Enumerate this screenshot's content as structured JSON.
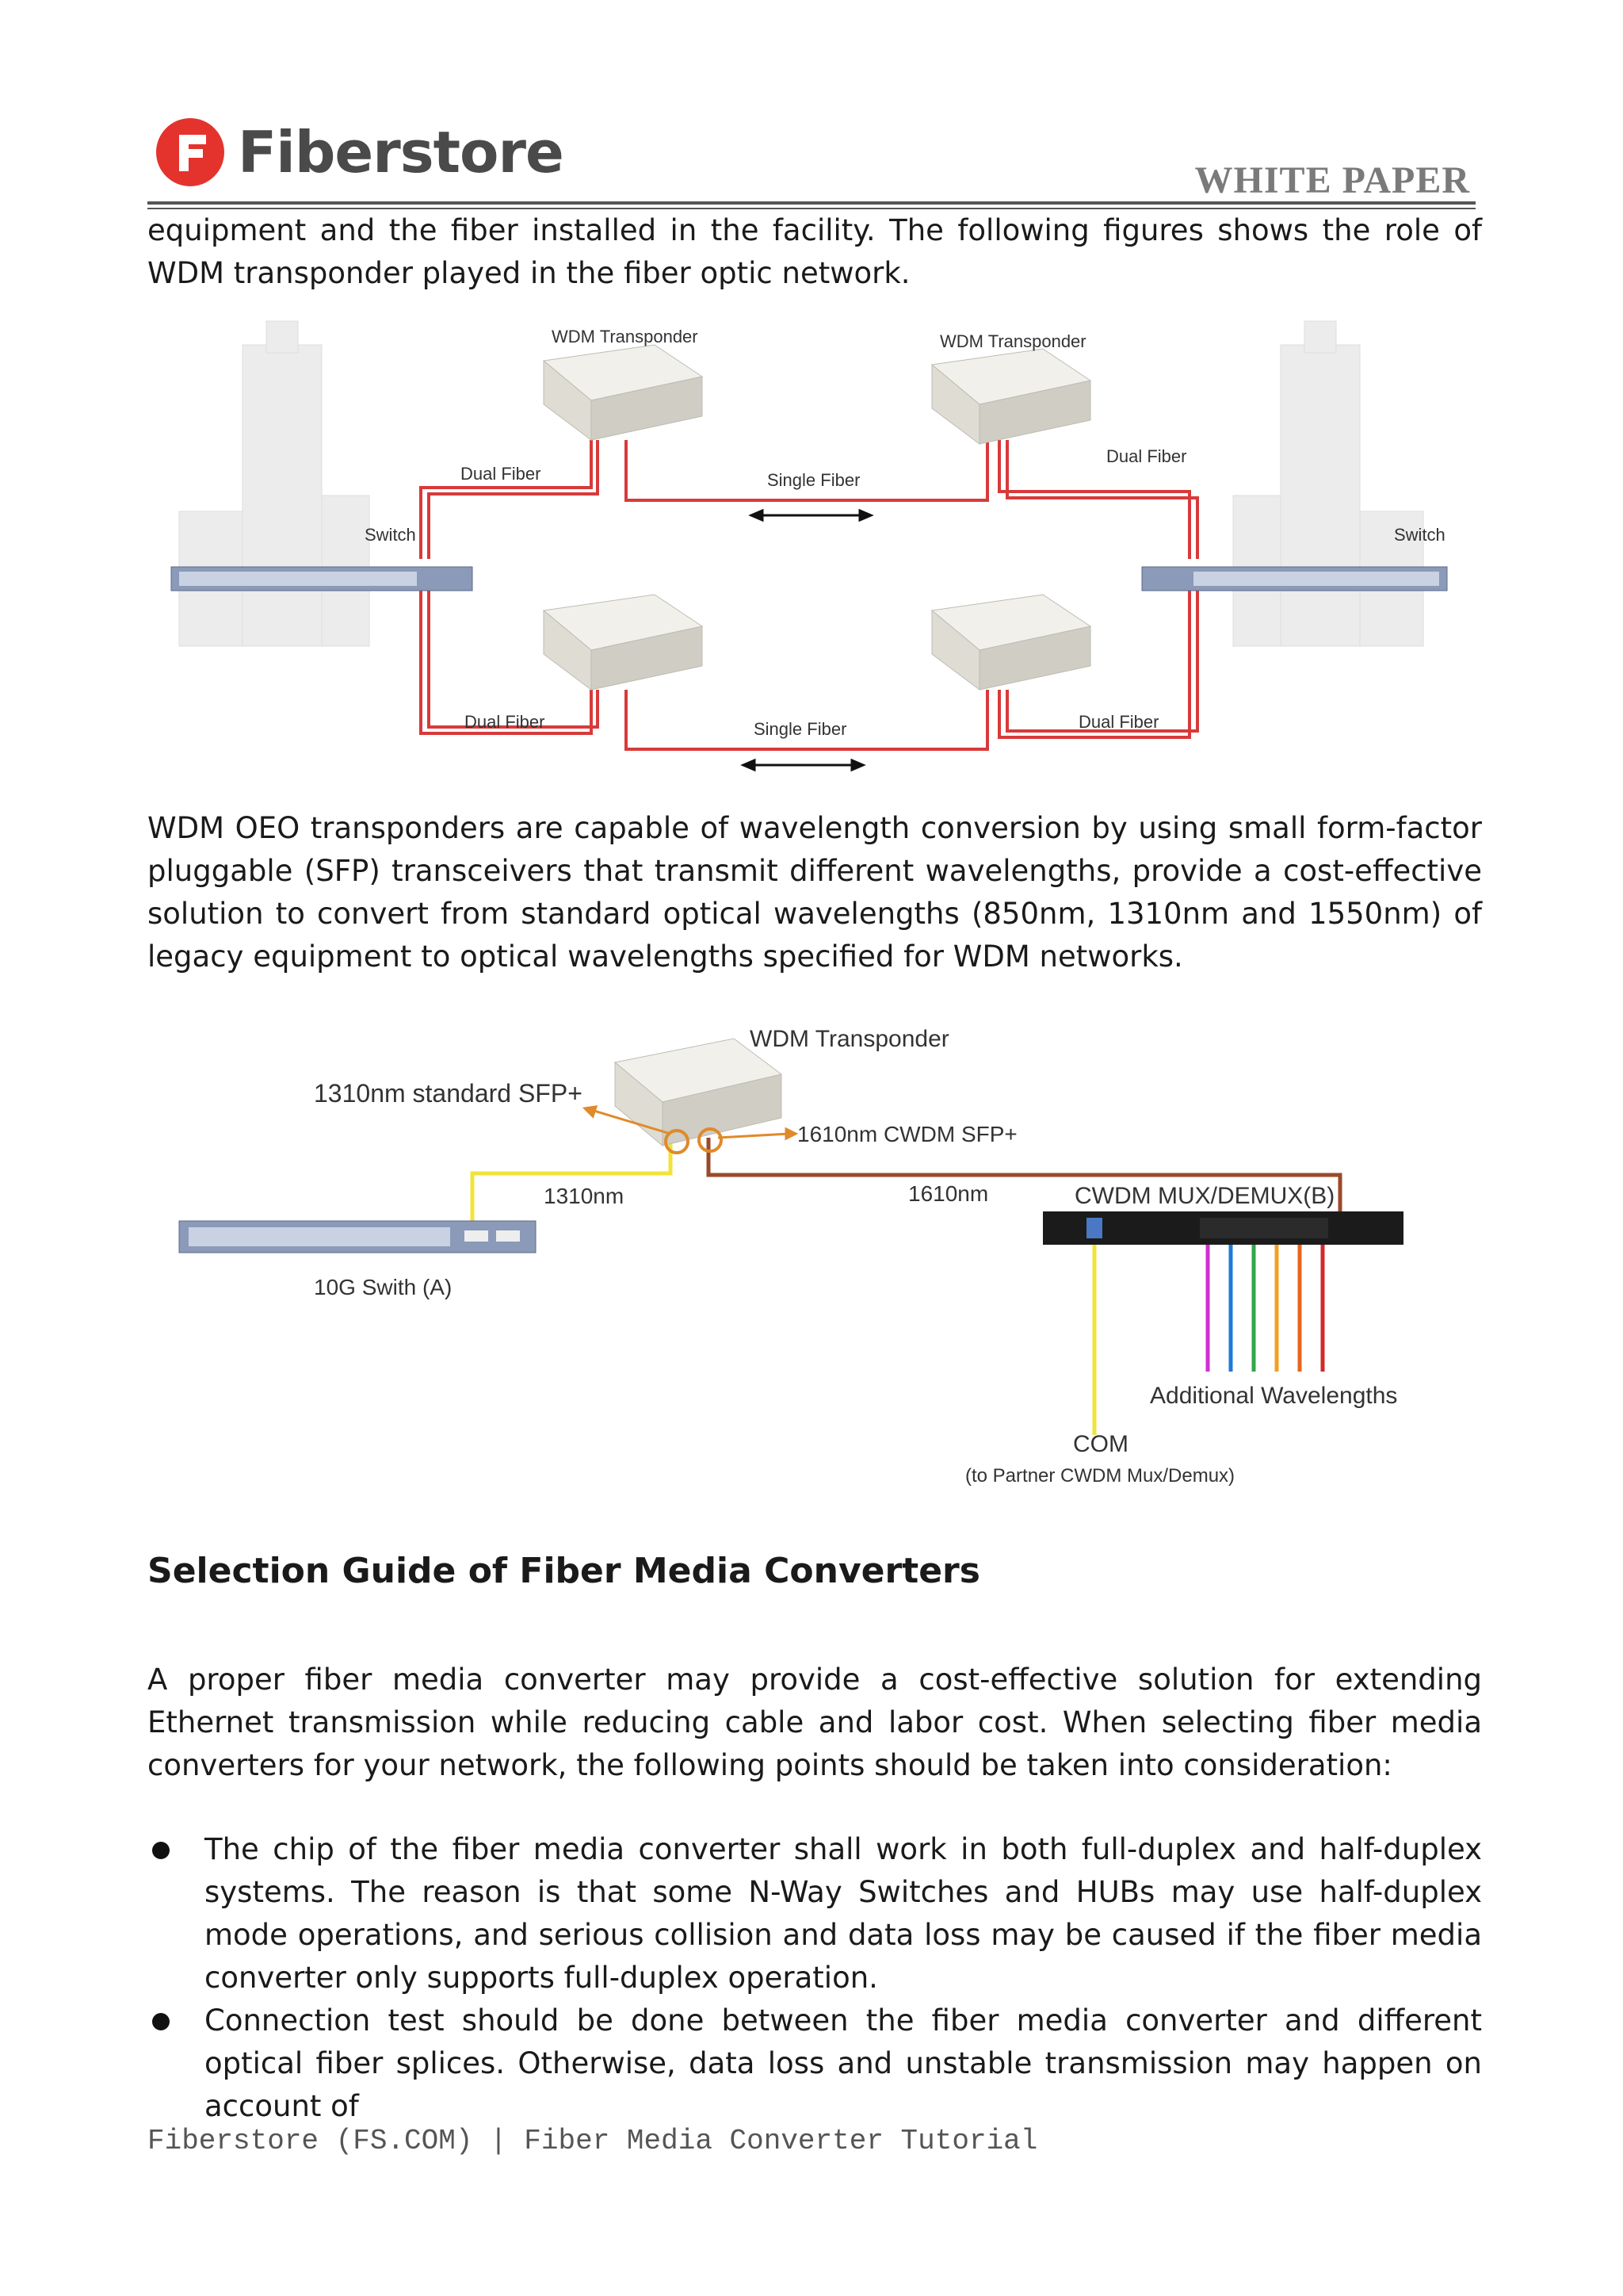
{
  "header": {
    "brand": "Fiberstore",
    "doc_type": "WHITE PAPER"
  },
  "intro_paragraph": "equipment and the fiber installed in the facility. The following figures shows the role of WDM transponder played in the fiber optic network.",
  "figure1": {
    "labels": {
      "transponder_top_left": "WDM Transponder",
      "transponder_top_right": "WDM Transponder",
      "dual_fiber_tl": "Dual Fiber",
      "dual_fiber_tr": "Dual Fiber",
      "single_fiber_top": "Single Fiber",
      "switch_left": "Switch",
      "switch_right": "Switch",
      "dual_fiber_bl": "Dual Fiber",
      "single_fiber_bottom": "Single Fiber",
      "dual_fiber_br": "Dual Fiber"
    },
    "colors": {
      "fiber": "#d83a3a"
    }
  },
  "paragraph2": "WDM OEO transponders are capable of wavelength conversion by using small form-factor pluggable (SFP) transceivers that transmit different wavelengths, provide a cost-effective solution to convert from standard optical wavelengths (850nm, 1310nm and 1550nm) of legacy equipment to optical wavelengths specified for WDM networks.",
  "figure2": {
    "labels": {
      "transponder": "WDM Transponder",
      "sfp_1310": "1310nm standard SFP+",
      "sfp_1610": "1610nm CWDM SFP+",
      "wl_1310": "1310nm",
      "wl_1610": "1610nm",
      "mux": "CWDM MUX/DEMUX(B)",
      "switch": "10G Swith (A)",
      "additional": "Additional Wavelengths",
      "com": "COM",
      "com_note": "(to Partner CWDM Mux/Demux)"
    },
    "colors": {
      "yellow_fiber": "#f2e33a",
      "brown_fiber": "#9a4a2a",
      "mux_ports": [
        "#d12fd1",
        "#1e7ad6",
        "#2fa84a",
        "#f0a020",
        "#e8651f",
        "#d12a2a"
      ]
    }
  },
  "section_heading": "Selection Guide of Fiber Media Converters",
  "paragraph3": "A proper fiber media converter may provide a cost-effective solution for extending Ethernet transmission while reducing cable and labor cost. When selecting fiber media converters for your network, the following points should be taken into consideration:",
  "bullets": [
    "The chip of the fiber media converter shall work in both full-duplex and half-duplex systems. The reason is that some N-Way Switches and HUBs may use half-duplex mode operations, and serious collision and data loss may be caused if the fiber media converter only supports full-duplex operation.",
    "Connection test should be done between the fiber media converter and different optical fiber splices. Otherwise, data loss and unstable transmission may happen on account of"
  ],
  "footer": "Fiberstore (FS.COM) | Fiber Media Converter Tutorial"
}
